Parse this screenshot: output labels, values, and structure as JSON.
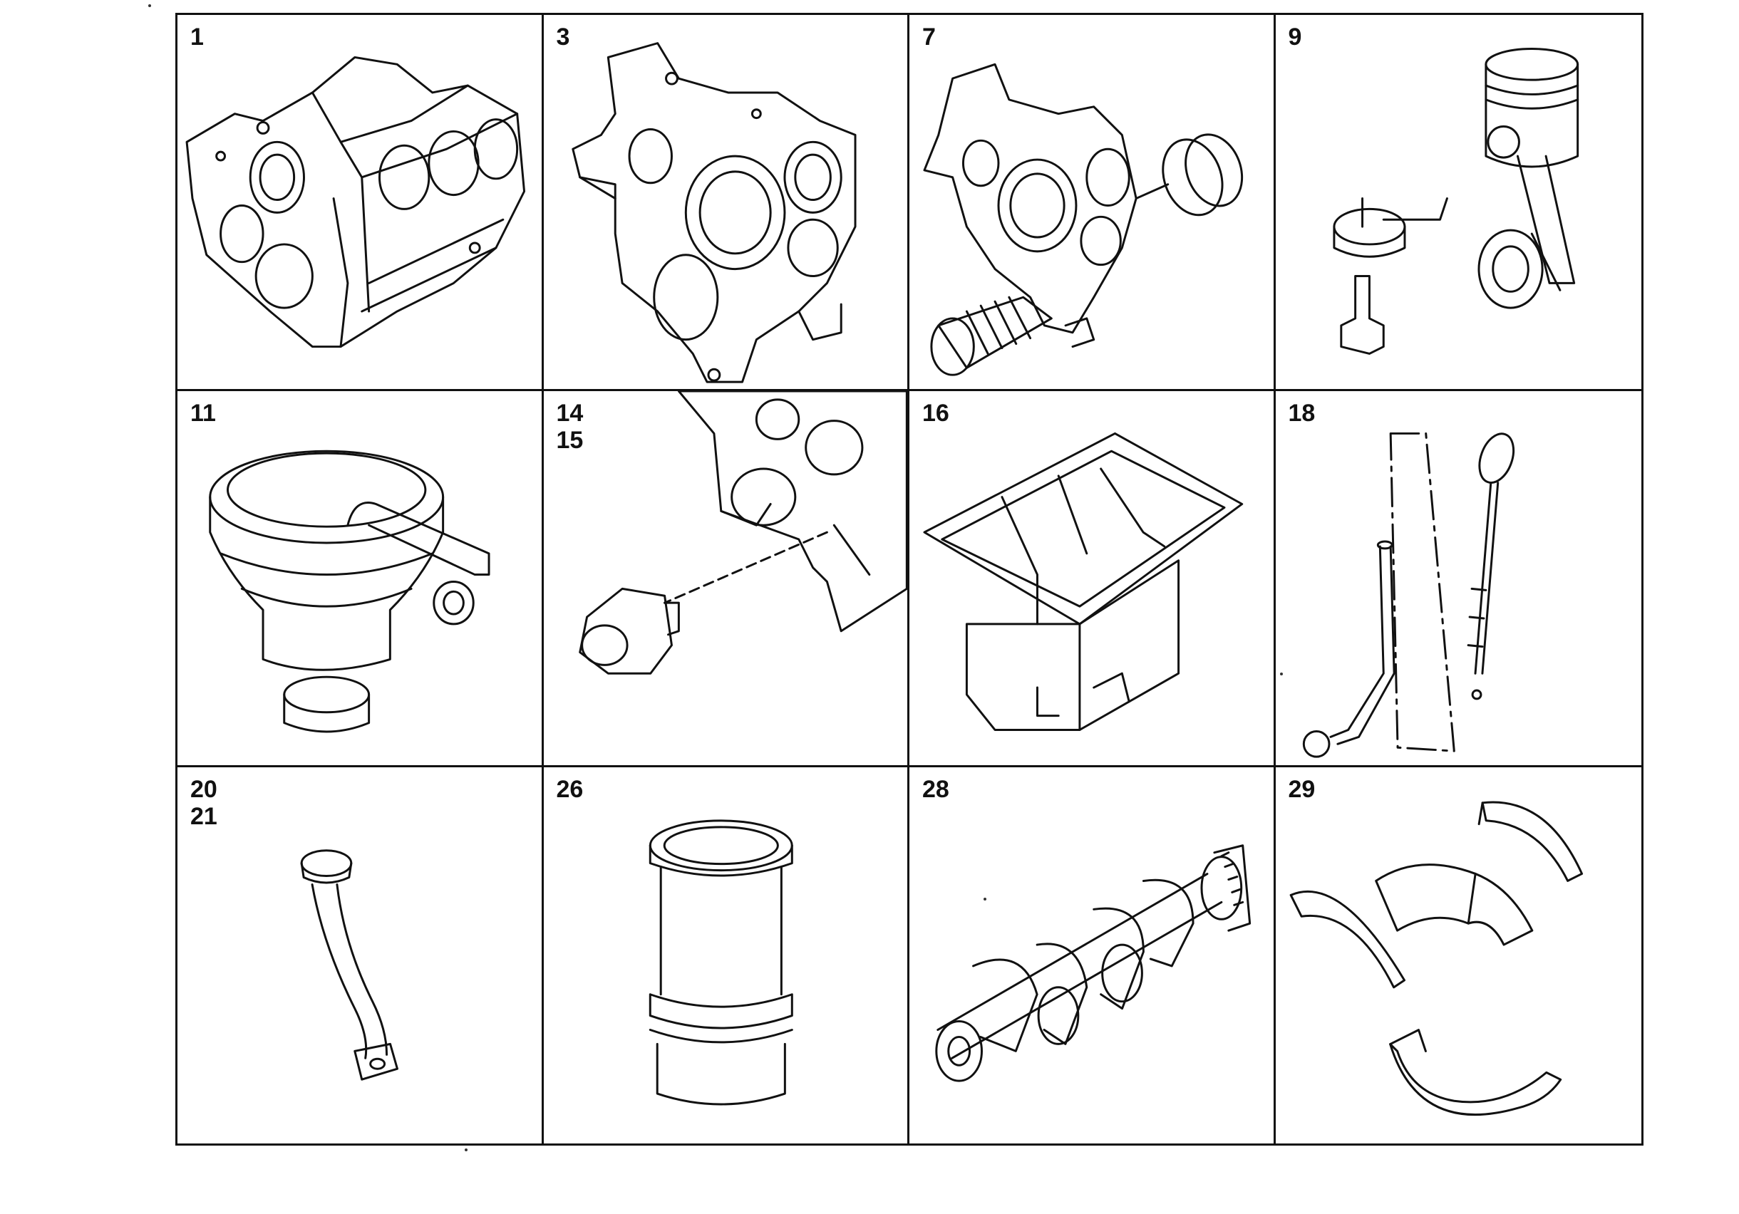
{
  "cells": [
    {
      "label": "1",
      "part": "engine-block"
    },
    {
      "label": "3",
      "part": "timing-cover"
    },
    {
      "label": "7",
      "part": "timing-cover-with-seals"
    },
    {
      "label": "9",
      "part": "piston-and-rod"
    },
    {
      "label": "11",
      "part": "oil-filter-housing"
    },
    {
      "label": "14\n15",
      "part": "drain-plug"
    },
    {
      "label": "16",
      "part": "oil-pan"
    },
    {
      "label": "18",
      "part": "dipstick-and-tube"
    },
    {
      "label": "20\n21",
      "part": "breather-pipe"
    },
    {
      "label": "26",
      "part": "cylinder-liner"
    },
    {
      "label": "28",
      "part": "crankshaft"
    },
    {
      "label": "29",
      "part": "bearing-shells"
    }
  ]
}
